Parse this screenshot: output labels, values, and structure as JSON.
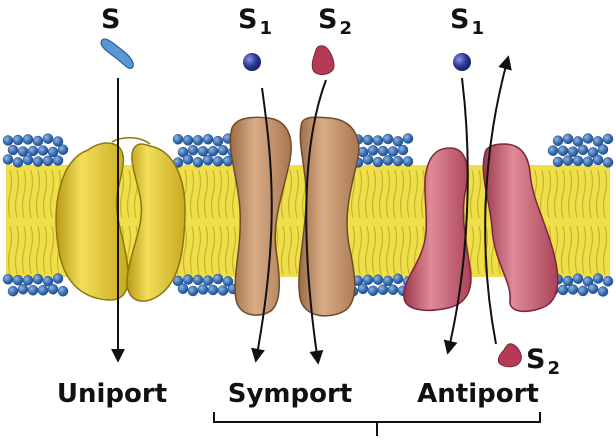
{
  "diagram": {
    "transporters": [
      {
        "name": "Uniport",
        "substrates": [
          {
            "symbol": "S",
            "subscript": "",
            "shape": "crescent"
          }
        ],
        "colors": {
          "protein": "#e4cc3a",
          "protein_dark": "#b79a18"
        }
      },
      {
        "name": "Symport",
        "substrates": [
          {
            "symbol": "S",
            "subscript": "1",
            "shape": "sphere"
          },
          {
            "symbol": "S",
            "subscript": "2",
            "shape": "cone"
          }
        ],
        "colors": {
          "protein": "#c89b73",
          "protein_dark": "#9b6c45"
        }
      },
      {
        "name": "Antiport",
        "substrates": [
          {
            "symbol": "S",
            "subscript": "1",
            "shape": "sphere"
          },
          {
            "symbol": "S",
            "subscript": "2",
            "shape": "cone"
          }
        ],
        "colors": {
          "protein": "#cc6a7a",
          "protein_dark": "#9c3a4e"
        }
      }
    ],
    "colors": {
      "lipid_head": "#3a6fb3",
      "lipid_head_dark": "#1f4a85",
      "lipid_tail": "#efdf4a",
      "lipid_tail_line": "#c9b42a",
      "substrate_crescent": "#5a96d6",
      "substrate_sphere": "#2e3a9a",
      "substrate_cone": "#b53a55",
      "arrow": "#111111"
    }
  }
}
